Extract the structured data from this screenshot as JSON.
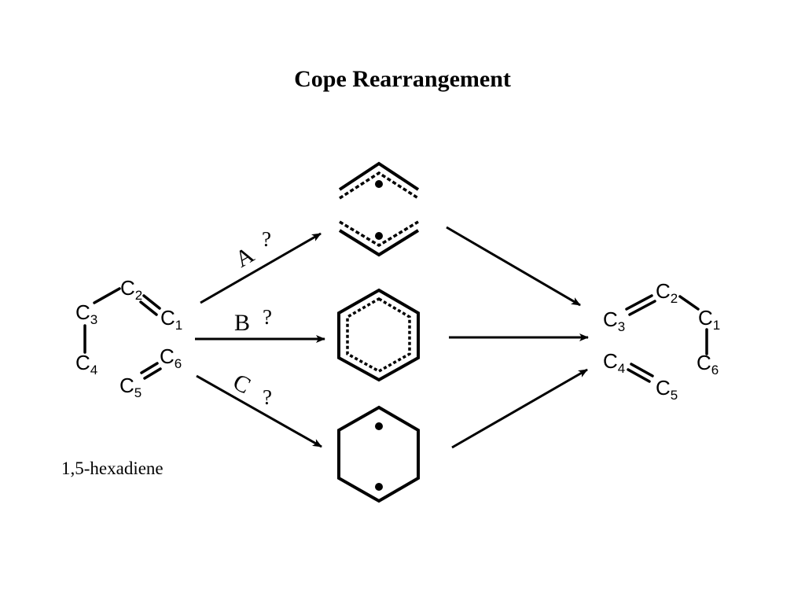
{
  "title": "Cope Rearrangement",
  "reactant_name": "1,5-hexadiene",
  "atom_prefix": "C",
  "reactant_atoms": [
    "1",
    "2",
    "3",
    "4",
    "5",
    "6"
  ],
  "product_atoms": [
    "1",
    "2",
    "3",
    "4",
    "5",
    "6"
  ],
  "pathways": [
    {
      "label": "A",
      "mark": "?"
    },
    {
      "label": "B",
      "mark": "?"
    },
    {
      "label": "C",
      "mark": "?"
    }
  ]
}
